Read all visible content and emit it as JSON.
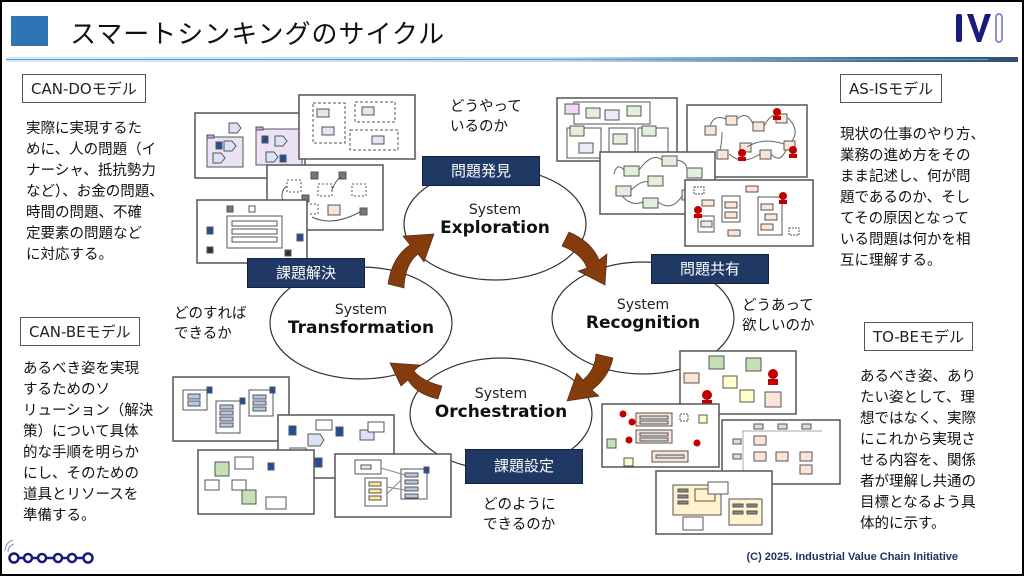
{
  "header": {
    "title": "スマートシンキングのサイクル",
    "logo_text": "IVI"
  },
  "models": {
    "can_do": {
      "label": "CAN-DOモデル",
      "description": [
        "実際に実現するた",
        "めに、人の問題（イ",
        "ナーシャ、抵抗勢力",
        "など）、お金の問題、",
        "時間の問題、不確",
        "定要素の問題など",
        "に対応する。"
      ]
    },
    "can_be": {
      "label": "CAN-BEモデル",
      "description": [
        "あるべき姿を実現",
        "するためのソ",
        "リューション（解決",
        "策）について具体",
        "的な手順を明らか",
        "にし、そのための",
        "道具とリソースを",
        "準備する。"
      ]
    },
    "as_is": {
      "label": "AS-ISモデル",
      "description": [
        "現状の仕事のやり方、",
        "業務の進め方をその",
        "まま記述し、何が問",
        "題であるのか、そし",
        "てその原因となって",
        "いる問題は何かを相",
        "互に理解する。"
      ]
    },
    "to_be": {
      "label": "TO-BEモデル",
      "description": [
        "あるべき姿、あり",
        "たい姿として、理",
        "想ではなく、実際",
        "にこれから実現さ",
        "せる内容を、関係",
        "者が理解し共通の",
        "目標となるよう具",
        "体的に示す。"
      ]
    }
  },
  "cycle": {
    "nodes": [
      {
        "id": "exploration",
        "system": "System",
        "name": "Exploration",
        "phase": "問題発見",
        "question": [
          "どうやって",
          "いるのか"
        ]
      },
      {
        "id": "recognition",
        "system": "System",
        "name": "Recognition",
        "phase": "問題共有",
        "question": [
          "どうあって",
          "欲しいのか"
        ]
      },
      {
        "id": "orchestration",
        "system": "System",
        "name": "Orchestration",
        "phase": "課題設定",
        "question": [
          "どのように",
          "できるのか"
        ]
      },
      {
        "id": "transformation",
        "system": "System",
        "name": "Transformation",
        "phase": "課題解決",
        "question": [
          "どのすれば",
          "できるか"
        ]
      }
    ],
    "arrow_color": "#843c0c",
    "phase_color": "#1f3864"
  },
  "footer": {
    "copyright": "(C) 2025. Industrial Value Chain Initiative"
  },
  "colors": {
    "accent_blue": "#2e75b6",
    "logo_navy": "#1a1a7a"
  }
}
